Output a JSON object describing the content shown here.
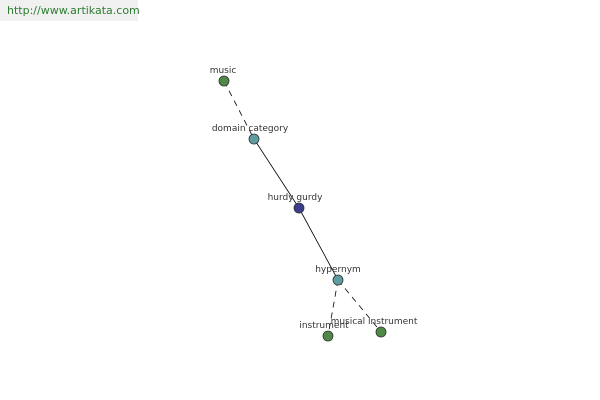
{
  "banner": {
    "url": "http://www.artikata.com"
  },
  "graph": {
    "nodes": {
      "music": {
        "label": "music",
        "role": "domain-term",
        "color": "#4e8a46"
      },
      "domain_category": {
        "label": "domain category",
        "role": "relation",
        "color": "#5f9ea0"
      },
      "hurdy_gurdy": {
        "label": "hurdy gurdy",
        "role": "focus-word",
        "color": "#3a3e8c"
      },
      "hypernym": {
        "label": "hypernym",
        "role": "relation",
        "color": "#5f9ea0"
      },
      "instrument": {
        "label": "instrument",
        "role": "hypernym-term",
        "color": "#4e8a46"
      },
      "musical_instrument": {
        "label": "musical instrument",
        "role": "hypernym-term",
        "color": "#4e8a46"
      }
    },
    "edges": [
      {
        "from": "music",
        "to": "domain_category",
        "style": "dashed"
      },
      {
        "from": "domain_category",
        "to": "hurdy_gurdy",
        "style": "solid"
      },
      {
        "from": "hurdy_gurdy",
        "to": "hypernym",
        "style": "solid"
      },
      {
        "from": "hypernym",
        "to": "instrument",
        "style": "dashed"
      },
      {
        "from": "hypernym",
        "to": "musical_instrument",
        "style": "dashed"
      }
    ]
  }
}
